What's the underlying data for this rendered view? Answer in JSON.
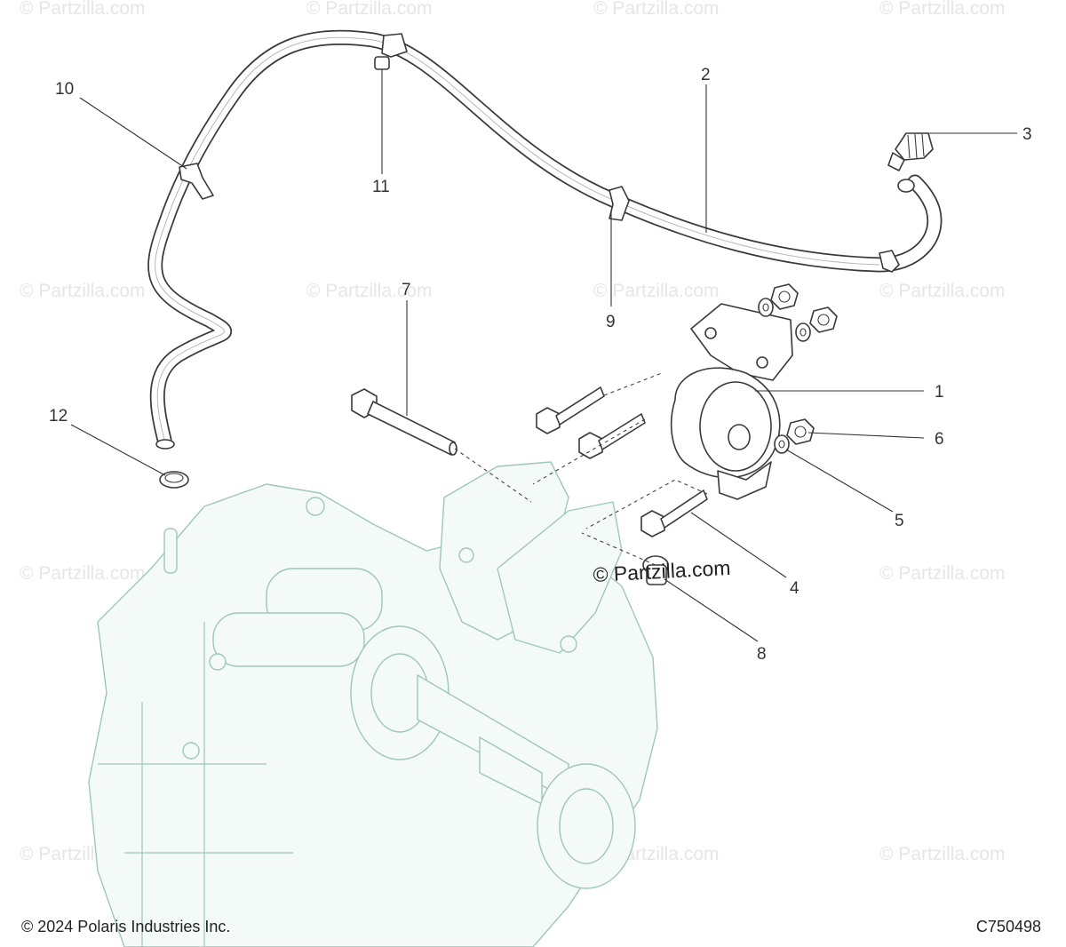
{
  "watermark": {
    "text": "© Partzilla.com",
    "center_text": "© Partzilla.com"
  },
  "callouts": [
    {
      "id": "1",
      "label": "1"
    },
    {
      "id": "2",
      "label": "2"
    },
    {
      "id": "3",
      "label": "3"
    },
    {
      "id": "4",
      "label": "4"
    },
    {
      "id": "5",
      "label": "5"
    },
    {
      "id": "6",
      "label": "6"
    },
    {
      "id": "7",
      "label": "7"
    },
    {
      "id": "8",
      "label": "8"
    },
    {
      "id": "9",
      "label": "9"
    },
    {
      "id": "10",
      "label": "10"
    },
    {
      "id": "11",
      "label": "11"
    },
    {
      "id": "12",
      "label": "12"
    }
  ],
  "footer": {
    "copyright": "© 2024 Polaris Industries Inc.",
    "diagram_code": "C750498"
  },
  "colors": {
    "ghost_transmission": "#9fc7b8",
    "line_art": "#3a3a3a",
    "background": "#ffffff"
  }
}
